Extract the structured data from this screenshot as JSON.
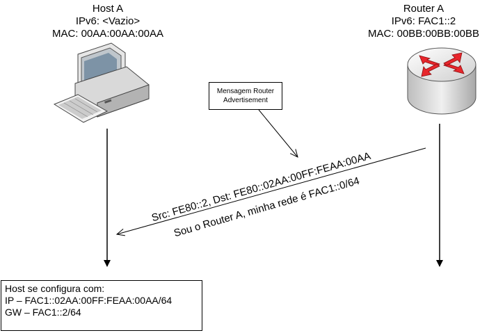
{
  "host": {
    "name": "Host A",
    "ipv6": "IPv6: <Vazio>",
    "mac": "MAC: 00AA:00AA:00AA"
  },
  "router": {
    "name": "Router A",
    "ipv6": "IPv6: FAC1::2",
    "mac": "MAC: 00BB:00BB:00BB"
  },
  "callout": {
    "line1": "Mensagem Router",
    "line2": "Advertisement"
  },
  "message": {
    "line1": "Src: FE80::2, Dst: FE80::02AA:00FF:FEAA:00AA",
    "line2": "Sou o Router A, minha rede é FAC1::0/64"
  },
  "config": {
    "line1": "Host se configura com:",
    "line2": "IP – FAC1::02AA:00FF:FEAA:00AA/64",
    "line3": "GW – FAC1::2/64"
  },
  "colors": {
    "router_arrows": "#e8262c",
    "router_body": "#d8d8d8",
    "computer_body": "#e6e6e6"
  }
}
